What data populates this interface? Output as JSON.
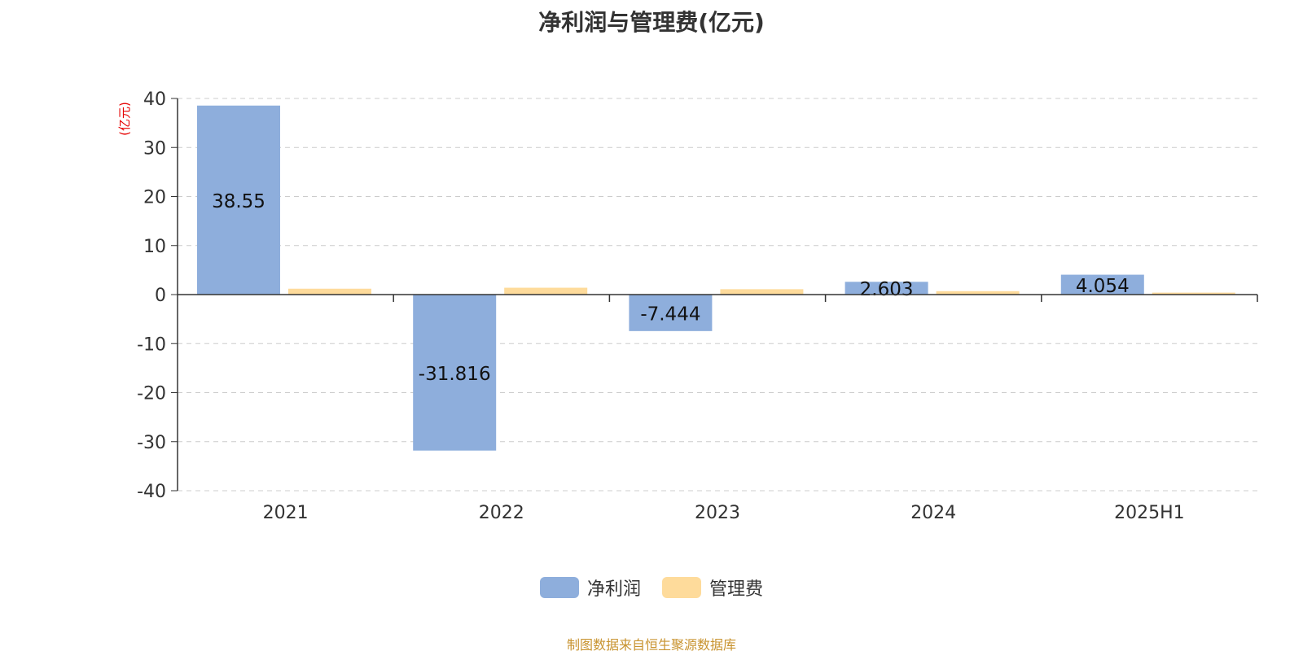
{
  "chart_data": {
    "type": "bar",
    "title": "净利润与管理费(亿元)",
    "ylabel": "(亿元)",
    "categories": [
      "2021",
      "2022",
      "2023",
      "2024",
      "2025H1"
    ],
    "ylim": [
      -40,
      40
    ],
    "yticks": [
      40,
      30,
      20,
      10,
      0,
      -10,
      -20,
      -30,
      -40
    ],
    "ytick_labels": [
      "40",
      "30",
      "20",
      "10",
      "0",
      "-10",
      "-20",
      "-30",
      "-40"
    ],
    "grid": true,
    "legend_position": "bottom-center",
    "series": [
      {
        "name": "净利润",
        "color": "#8eaedc",
        "values": [
          38.55,
          -31.816,
          -7.444,
          2.603,
          4.054
        ],
        "data_labels": [
          "38.55",
          "-31.816",
          "-7.444",
          "2.603",
          "4.054"
        ]
      },
      {
        "name": "管理费",
        "color": "#fedb9b",
        "values": [
          1.2,
          1.4,
          1.1,
          0.7,
          0.4
        ]
      }
    ]
  },
  "footer": {
    "source": "制图数据来自恒生聚源数据库"
  }
}
